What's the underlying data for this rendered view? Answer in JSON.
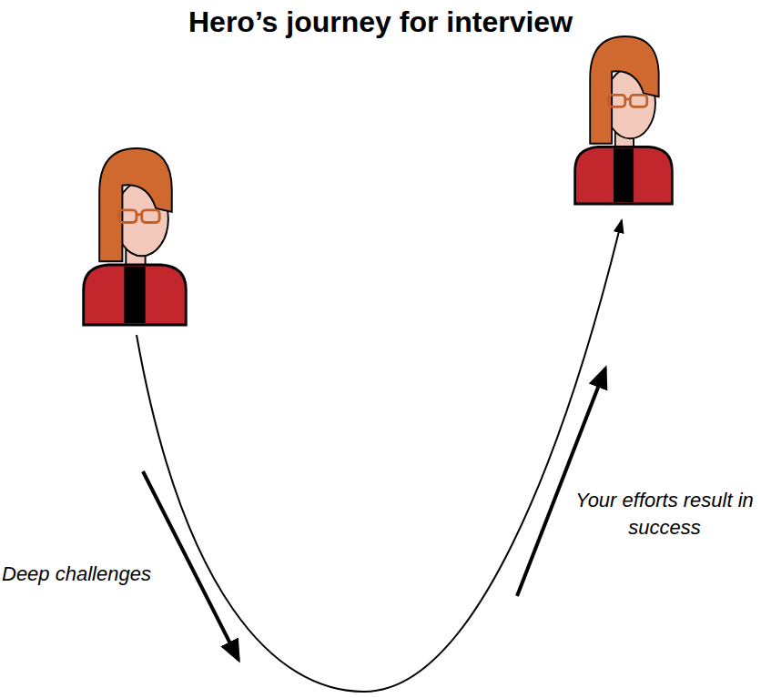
{
  "diagram": {
    "title": "Hero’s journey for interview",
    "labels": [
      "Deep challenges",
      "Your efforts result in success"
    ]
  }
}
